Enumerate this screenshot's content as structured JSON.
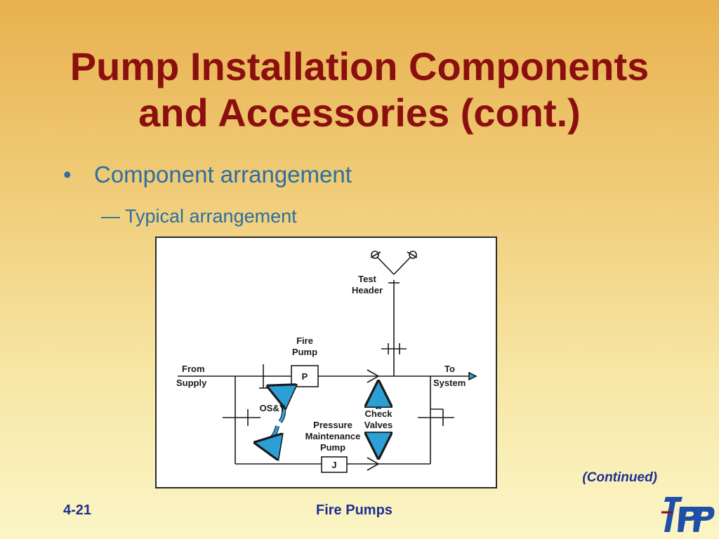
{
  "slide": {
    "title_line1": "Pump Installation Components",
    "title_line2": "and Accessories (cont.)",
    "bullet": "Component arrangement",
    "sub_bullet": "— Typical arrangement",
    "continued": "(Continued)",
    "page_number": "4-21",
    "footer_title": "Fire Pumps"
  },
  "diagram": {
    "test_header_1": "Test",
    "test_header_2": "Header",
    "fire_pump_1": "Fire",
    "fire_pump_2": "Pump",
    "pump_p": "P",
    "from_1": "From",
    "from_2": "Supply",
    "to_1": "To",
    "to_2": "System",
    "osy": "OS&Y",
    "check_1": "Check",
    "check_2": "Valves",
    "pressure_1": "Pressure",
    "pressure_2": "Maintenance",
    "pressure_3": "Pump",
    "pump_j": "J"
  },
  "colors": {
    "title": "#8b0f0f",
    "bullet": "#2c6f9f",
    "footer": "#1f2f8f",
    "arrow_blue": "#2b9fd6"
  }
}
